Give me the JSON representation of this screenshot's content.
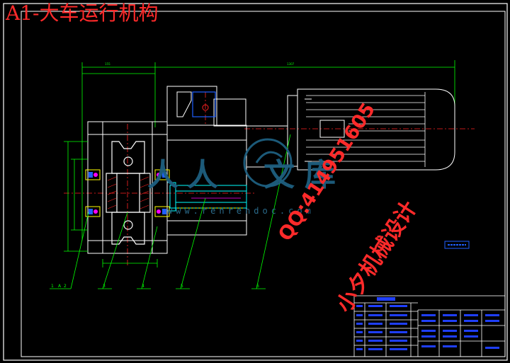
{
  "title": "A1-大车运行机构",
  "watermark": {
    "logo_chars": [
      "人",
      "人",
      "文",
      "库"
    ],
    "url": "www.renrendoc.com"
  },
  "promo": {
    "line1": "QQ:414951605",
    "line2": "小夕机械设计"
  },
  "part_labels": [
    "1",
    "A",
    "2",
    "3",
    "4",
    "5",
    "6"
  ],
  "colors": {
    "background": "#000000",
    "frame": "#ffffff",
    "dimension": "#00ff00",
    "centerline": "#ff2222",
    "table_text": "#1f3fff",
    "title_red": "#ff2a2a",
    "cyan": "#00ffff",
    "yellow": "#ffff00",
    "magenta": "#ff00ff",
    "watermark": "#1e5f80"
  }
}
